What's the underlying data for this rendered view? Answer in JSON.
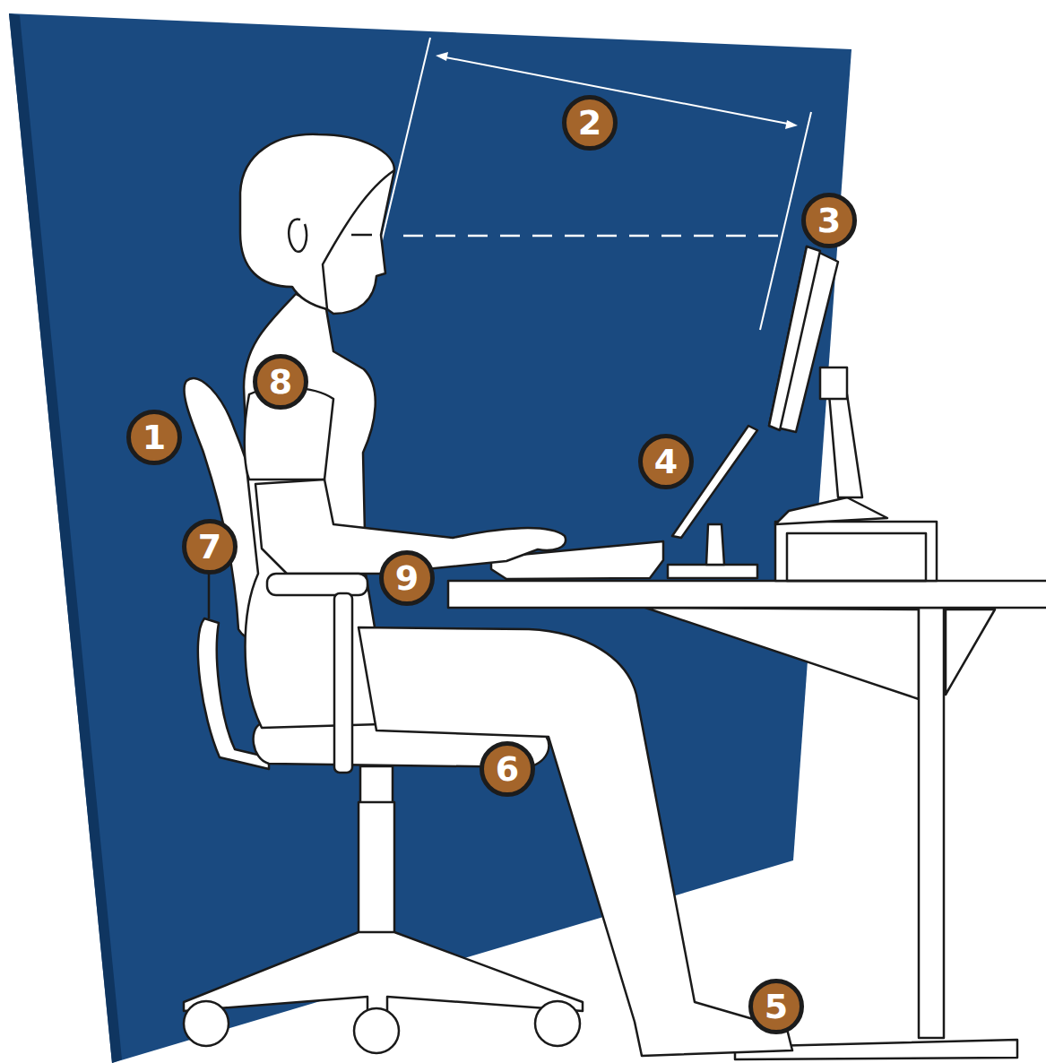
{
  "diagram": {
    "labels": [
      "2",
      "3",
      "8",
      "1",
      "4",
      "7",
      "9",
      "6",
      "5"
    ]
  }
}
